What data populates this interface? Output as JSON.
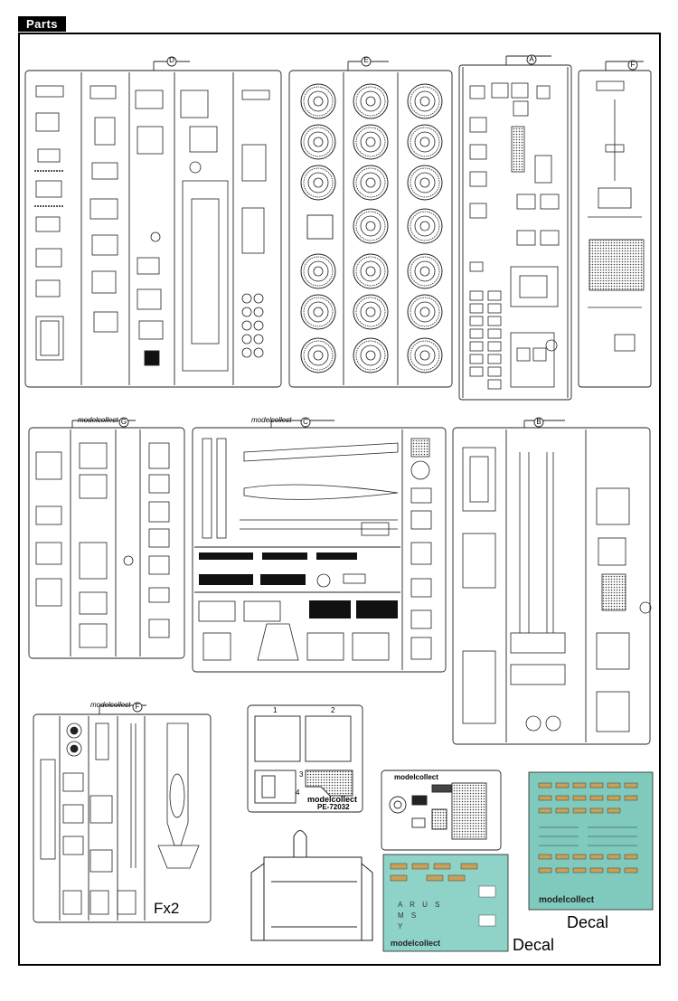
{
  "header": {
    "title": "Parts"
  },
  "sprues": [
    {
      "letter": "D"
    },
    {
      "letter": "E"
    },
    {
      "letter": "A"
    },
    {
      "letter": "F"
    },
    {
      "letter": "G"
    },
    {
      "letter": "C"
    },
    {
      "letter": "B"
    },
    {
      "letter": "F"
    }
  ],
  "brand": "modelcollect",
  "photo_etch": {
    "code": "PE-72032",
    "labels": [
      "1",
      "2",
      "3",
      "4"
    ]
  },
  "labels": {
    "fx2": "Fx2",
    "decal_a": "Decal",
    "decal_b": "Decal"
  },
  "decal_b_text": {
    "line1": "A R   U S",
    "line2": "M   S",
    "line3": "Y"
  },
  "colors": {
    "decal_sheet_bg": "#8fd3c8",
    "decal_sheet_bg2": "#7fcabd",
    "ink": "#222222"
  }
}
